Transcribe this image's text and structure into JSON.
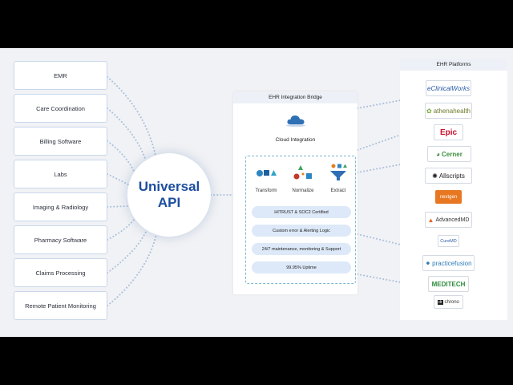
{
  "sources": [
    "EMR",
    "Care Coordination",
    "Billing Software",
    "Labs",
    "Imaging & Radiology",
    "Pharmacy Software",
    "Claims Processing",
    "Remote Patient Monitoring"
  ],
  "api": {
    "line1": "Universal",
    "line2": "API"
  },
  "bridge": {
    "title": "EHR Integration Bridge",
    "cloud_label": "Cloud Integration",
    "steps": [
      "Transform",
      "Normalize",
      "Extract"
    ],
    "pills": [
      "HITRUST & SOC2 Certified",
      "Custom error & Alerting Logic",
      "24/7 maintenance, monitoring & Support",
      "99.95%  Uptime"
    ]
  },
  "platforms": {
    "title": "EHR Platforms",
    "logos": [
      "eClinicalWorks",
      "athenahealth",
      "Epic",
      "Cerner",
      "Allscripts",
      "nextgen",
      "AdvancedMD",
      "CureMD",
      "practicefusion",
      "MEDITECH",
      "chrono"
    ]
  },
  "colors": {
    "api_text": "#1c4e9e",
    "dots": "#a9c0dd",
    "pill_bg": "#dde9f8",
    "epic": "#c8102e",
    "cerner": "#3a8e3c",
    "meditech": "#2e8b3c"
  }
}
